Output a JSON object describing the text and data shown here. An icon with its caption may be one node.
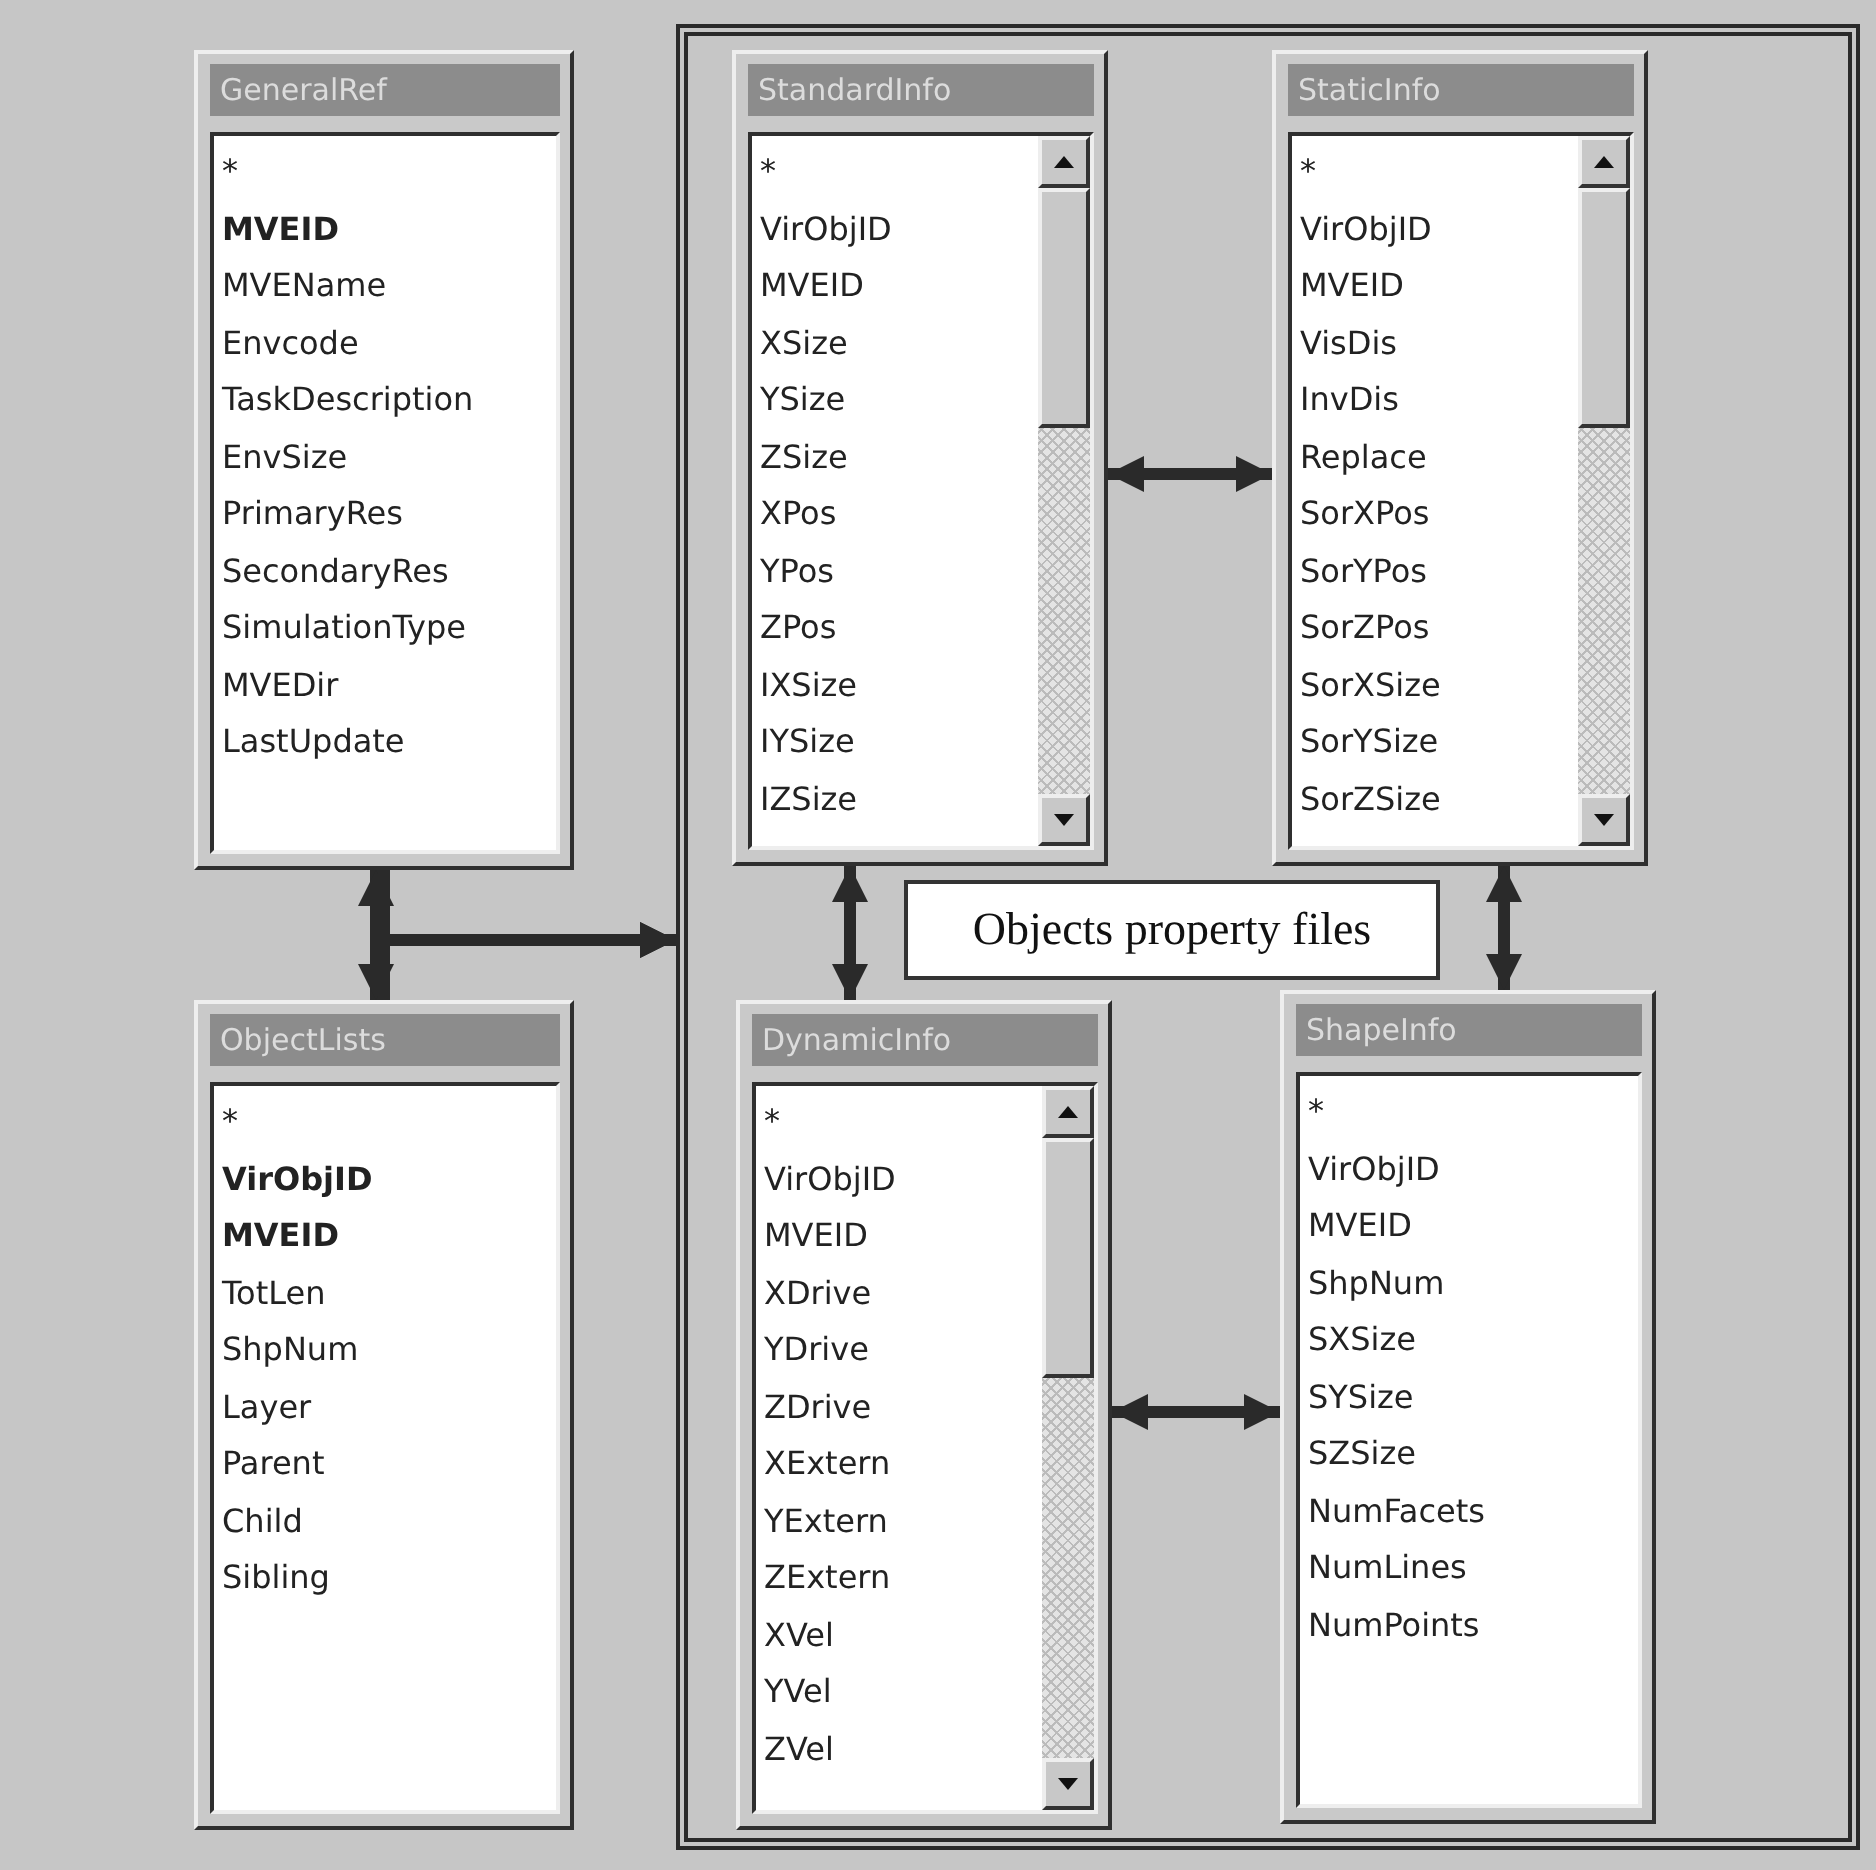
{
  "diagram": {
    "nodes": [
      {
        "text": [
          "GeneralRef",
          "*",
          "**MVEID**",
          "MVEName",
          "Envcode",
          "TaskDescription",
          "EnvSize",
          "PrimaryRes",
          "SecondaryRes",
          "SimulationType",
          "MVEDir",
          "LastUpdate"
        ]
      },
      {
        "text": [
          "ObjectLists",
          "*",
          "**VirObjID**",
          "**MVEID**",
          "TotLen",
          "ShpNum",
          "Layer",
          "Parent",
          "Child",
          "Sibling"
        ]
      },
      {
        "text": [],
        "shape": "box"
      },
      {
        "text": [
          "Objects property files"
        ],
        "in": 2
      },
      {
        "text": [
          "StandardInfo",
          "*",
          "VirObjID",
          "MVEID",
          "XSize",
          "YSize",
          "ZSize",
          "XPos",
          "YPos",
          "ZPos",
          "IXSize",
          "IYSize",
          "IZSize"
        ],
        "in": 2
      },
      {
        "text": [
          "StaticInfo",
          "*",
          "VirObjID",
          "MVEID",
          "VisDis",
          "InvDis",
          "Replace",
          "SorXPos",
          "SorYPos",
          "SorZPos",
          "SorXSize",
          "SorYSize",
          "SorZSize"
        ],
        "in": 2
      },
      {
        "text": [
          "DynamicInfo",
          "*",
          "VirObjID",
          "MVEID",
          "XDrive",
          "YDrive",
          "ZDrive",
          "XExtern",
          "YExtern",
          "ZExtern",
          "XVel",
          "YVel",
          "ZVel"
        ],
        "in": 2
      },
      {
        "text": [
          "ShapeInfo",
          "*",
          "VirObjID",
          "MVEID",
          "ShpNum",
          "SXSize",
          "SYSize",
          "SZSize",
          "NumFacets",
          "NumLines",
          "NumPoints"
        ],
        "in": 2
      }
    ],
    "edges": [
      {
        "from": 0,
        "to": 1,
        "arrow": "both"
      },
      {
        "from": 0,
        "to": 2,
        "arrow": "to"
      },
      {
        "from": 1,
        "to": 2,
        "arrow": "to"
      },
      {
        "from": 4,
        "to": 5,
        "arrow": "both"
      },
      {
        "from": 4,
        "to": 6,
        "arrow": "both"
      },
      {
        "from": 5,
        "to": 7,
        "arrow": "both"
      },
      {
        "from": 6,
        "to": 7,
        "arrow": "both"
      }
    ]
  }
}
